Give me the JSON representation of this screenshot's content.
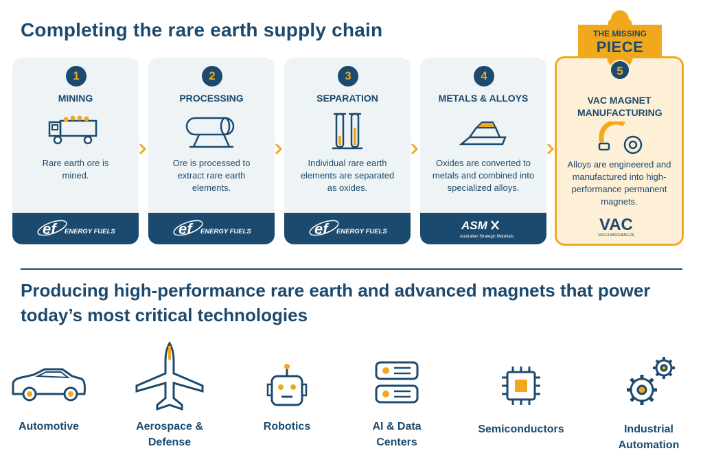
{
  "title": "Completing the rare earth supply chain",
  "steps": [
    {
      "num": "1",
      "head": "MINING",
      "desc": "Rare earth ore is mined.",
      "icon": "truck-icon",
      "logo": "ENERGY FUELS"
    },
    {
      "num": "2",
      "head": "PROCESSING",
      "desc": "Ore is processed to extract rare earth elements.",
      "icon": "processing-tank-icon",
      "logo": "ENERGY FUELS"
    },
    {
      "num": "3",
      "head": "SEPARATION",
      "desc": "Individual rare earth elements are separated as oxides.",
      "icon": "test-tubes-icon",
      "logo": "ENERGY FUELS"
    },
    {
      "num": "4",
      "head": "METALS & ALLOYS",
      "desc": "Oxides are converted to metals and combined into specialized alloys.",
      "icon": "metal-bars-icon",
      "logo": "ASM",
      "logo_sub": "Australian Strategic Materials"
    },
    {
      "num": "5",
      "head": "VAC MAGNET MANUFACTURING",
      "desc": "Alloys are engineered and manufactured into high-performance permanent magnets.",
      "icon": "magnet-icon",
      "logo": "VAC",
      "logo_sub": "VACUUMSCHMELZE"
    }
  ],
  "missing_piece": {
    "line1": "THE MISSING",
    "line2": "PIECE"
  },
  "title2": "Producing high-performance rare earth and advanced magnets that power today’s most critical technologies",
  "applications": [
    {
      "label": "Automotive",
      "icon": "car-icon"
    },
    {
      "label": "Aerospace & Defense",
      "icon": "airplane-icon"
    },
    {
      "label": "Robotics",
      "icon": "robot-icon"
    },
    {
      "label": "AI & Data Centers",
      "icon": "server-icon"
    },
    {
      "label": "Semiconductors",
      "icon": "chip-icon"
    },
    {
      "label": "Industrial Automation",
      "icon": "gears-icon"
    }
  ],
  "colors": {
    "navy": "#1c4a6e",
    "gold": "#f2a81d",
    "card_bg": "#eef3f5",
    "highlight_bg": "#fdf0d6"
  }
}
